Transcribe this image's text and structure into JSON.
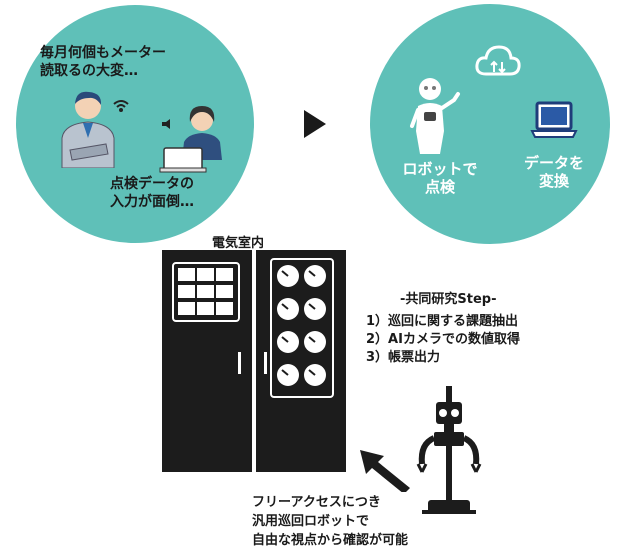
{
  "left_circle": {
    "top_text": [
      "毎月何個もメーター",
      "読取るの大変…"
    ],
    "bottom_text": [
      "点検データの",
      "入力が面倒…"
    ]
  },
  "right_circle": {
    "robot_label": [
      "ロボットで",
      "点検"
    ],
    "data_label": [
      "データを",
      "変換"
    ]
  },
  "room_title": "電気室内",
  "joint_research": {
    "heading": "-共同研究Step-",
    "steps": [
      "1）巡回に関する課題抽出",
      "2）AIカメラでの数値取得",
      "3）帳票出力"
    ]
  },
  "bottom_note": [
    "フリーアクセスにつき",
    "汎用巡回ロボットで",
    "自由な視点から確認が可能"
  ],
  "icons": {
    "arrow_right": "triangle-arrow-right-icon",
    "cloud": "cloud-sync-icon",
    "laptop": "laptop-icon",
    "robot_humanoid": "humanoid-robot-icon",
    "robot_patrol": "patrol-robot-icon",
    "arrow_diag": "diagonal-arrow-icon"
  },
  "colors": {
    "circle": "#5fc0b8",
    "cabinet": "#1c1c1c"
  }
}
